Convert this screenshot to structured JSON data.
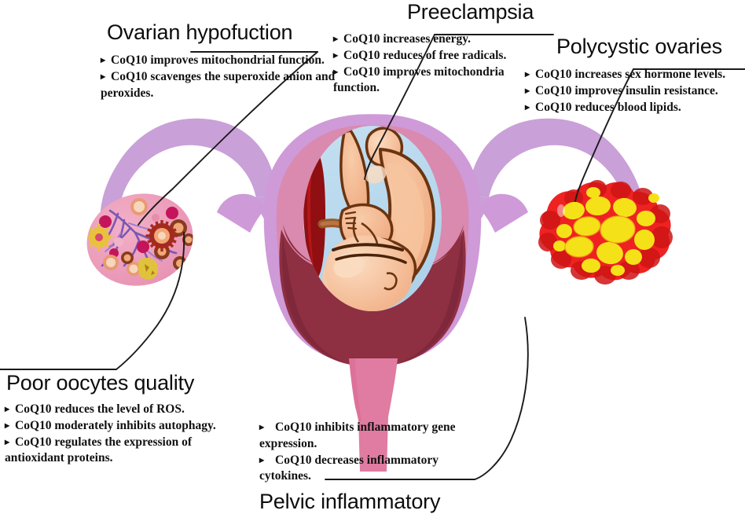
{
  "figure": {
    "subject": "CoQ10 effects on female reproductive disorders",
    "background_color": "#ffffff"
  },
  "palette": {
    "fallopian_tube": "#c9a0d8",
    "uterus_outer": "#cf9ad8",
    "uterus_mid": "#d98aae",
    "uterus_wall_dark": "#8e2f42",
    "amniotic_fluid": "#b9d9ee",
    "fetus_skin": "#f2b48c",
    "fetus_skin_light": "#f7cfae",
    "fetus_outline": "#6b3410",
    "placenta": "#8f0f12",
    "cervix_vagina": "#e07ba1",
    "ovary_body": "#efa1bd",
    "ovary_vessels": "#7b57b5",
    "pco_mass": "#ef2222",
    "pco_cyst": "#f5e118",
    "leader_line": "#1a1a1a",
    "text": "#111111"
  },
  "callouts": [
    {
      "id": "ovarian-hypofunction",
      "title": "Ovarian hypofuction",
      "bullets": [
        "CoQ10 improves mitochondrial function.",
        "CoQ10 scavenges the superoxide anion and peroxides."
      ]
    },
    {
      "id": "preeclampsia",
      "title": "Preeclampsia",
      "bullets": [
        "CoQ10 increases energy.",
        "CoQ10 reduces of free radicals.",
        "CoQ10 improves mitochondria function."
      ]
    },
    {
      "id": "polycystic-ovaries",
      "title": "Polycystic ovaries",
      "bullets": [
        "CoQ10 increases sex hormone levels.",
        "CoQ10 improves insulin resistance.",
        "CoQ10 reduces blood lipids."
      ]
    },
    {
      "id": "poor-oocytes-quality",
      "title": "Poor oocytes quality",
      "bullets": [
        "CoQ10 reduces the level of ROS.",
        "CoQ10 moderately inhibits autophagy.",
        "CoQ10 regulates the expression of antioxidant proteins."
      ]
    },
    {
      "id": "pelvic-inflammatory",
      "title": "Pelvic inflammatory",
      "bullets": [
        "CoQ10 inhibits inflammatory gene expression.",
        "CoQ10 decreases inflammatory cytokines."
      ]
    }
  ],
  "bullet_marker": "▸",
  "anatomy": {
    "parts": [
      "left-fallopian-tube",
      "right-fallopian-tube",
      "uterus",
      "cervix",
      "vagina",
      "left-ovary",
      "right-polycystic-ovary",
      "amniotic-sac",
      "fetus",
      "placenta",
      "umbilical-cord"
    ]
  }
}
